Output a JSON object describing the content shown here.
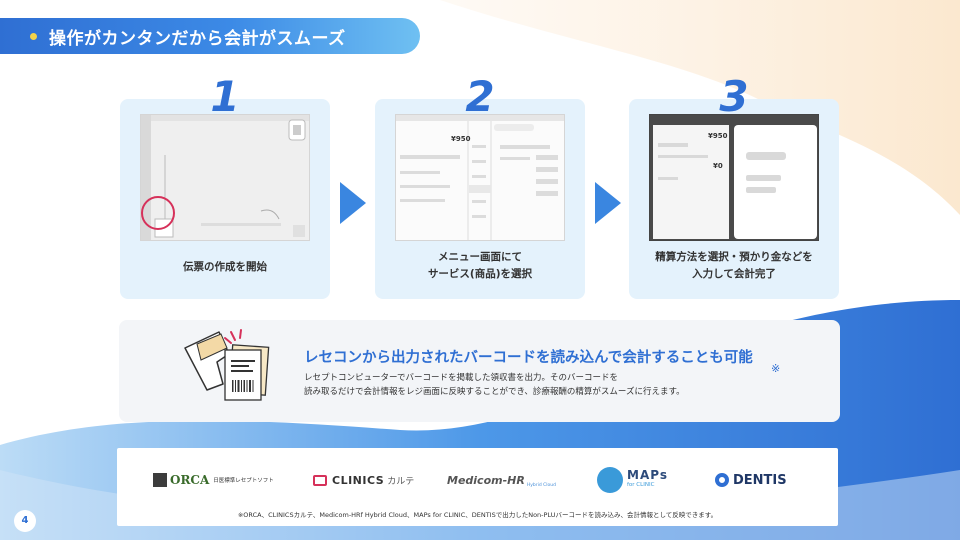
{
  "header": {
    "title": "操作がカンタンだから会計がスムーズ"
  },
  "steps": [
    {
      "number": "1",
      "lines": [
        "伝票の作成を開始"
      ]
    },
    {
      "number": "2",
      "lines": [
        "メニュー画面にて",
        "サービス(商品)を選択"
      ]
    },
    {
      "number": "3",
      "lines": [
        "精算方法を選択・預かり金などを",
        "入力して会計完了"
      ]
    }
  ],
  "shots": {
    "s2_amount": "¥950",
    "s3_amount_top": "¥950",
    "s3_amount_mid": "¥0"
  },
  "feature": {
    "title": "レセコンから出力されたバーコードを読み込んで会計することも可能",
    "note_mark": "※",
    "desc_line1": "レセプトコンピューターでバーコードを掲載した領収書を出力。そのバーコードを",
    "desc_line2": "読み取るだけで会計情報をレジ画面に反映することができ、診療報酬の精算がスムーズに行えます。"
  },
  "logos": {
    "orca": "ORCA",
    "orca_sub": "日医標準レセプトソフト",
    "clinics": "CLINICS",
    "clinics_sub": "カルテ",
    "medicom": "Medicom-HR",
    "medicom_sub": "Hybrid Cloud",
    "maps": "MAPs",
    "maps_sub": "for CLINIC",
    "dentis": "DENTIS"
  },
  "footnote": "※ORCA、CLINICSカルテ、Medicom-HRf Hybrid Cloud、MAPs for CLINIC、DENTISで出力したNon-PLUバーコードを読み込み、会計情報として反映できます。",
  "page_number": "4",
  "colors": {
    "accent": "#2f6fd3",
    "card": "#e4f2fc",
    "highlight": "#f3d34a",
    "circle": "#d6315a"
  }
}
